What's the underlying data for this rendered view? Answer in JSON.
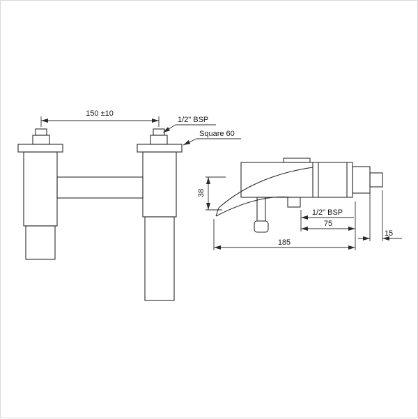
{
  "diagram": {
    "type": "technical-drawing",
    "subject": "wall-mounted bath mixer with waterfall spout, front and side elevations",
    "colors": {
      "line": "#2b2b2b",
      "text": "#161616",
      "background": "#ffffff",
      "frame": "#d9d9d9"
    },
    "dimensions": {
      "center_distance": "150 ±10",
      "top_thread": "1/2\" BSP",
      "flange_size": "Square 60",
      "spout_height": "38",
      "inlet_thread": "1/2\" BSP",
      "inlet_to_wall": "75",
      "spout_reach": "185",
      "nut_depth": "15"
    }
  }
}
